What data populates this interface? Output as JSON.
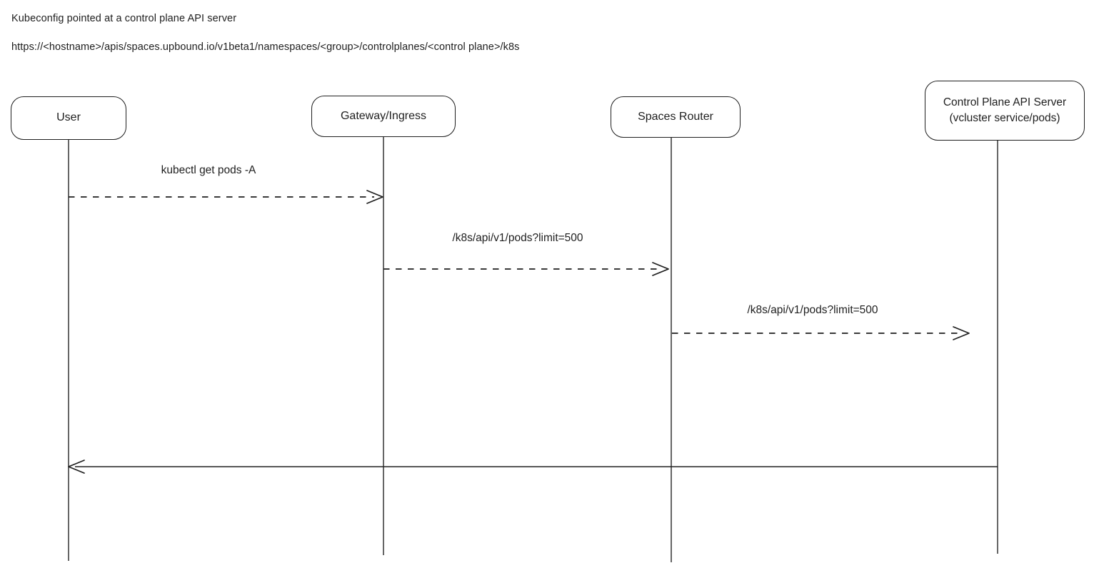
{
  "header": {
    "title": "Kubeconfig pointed at a control plane API server",
    "url": "https://<hostname>/apis/spaces.upbound.io/v1beta1/namespaces/<group>/controlplanes/<control plane>/k8s"
  },
  "diagram": {
    "type": "sequence",
    "actors": [
      {
        "id": "user",
        "label": "User"
      },
      {
        "id": "gateway",
        "label": "Gateway/Ingress"
      },
      {
        "id": "spaces-router",
        "label": "Spaces Router"
      },
      {
        "id": "control-plane",
        "label": "Control Plane API Server",
        "sublabel": "(vcluster service/pods)"
      }
    ],
    "messages": [
      {
        "from": "user",
        "to": "gateway",
        "label": "kubectl get pods -A",
        "line": "dashed",
        "direction": "right"
      },
      {
        "from": "gateway",
        "to": "spaces-router",
        "label": "/k8s/api/v1/pods?limit=500",
        "line": "dashed",
        "direction": "right"
      },
      {
        "from": "spaces-router",
        "to": "control-plane",
        "label": "/k8s/api/v1/pods?limit=500",
        "line": "dashed",
        "direction": "right"
      },
      {
        "from": "control-plane",
        "to": "user",
        "line": "solid",
        "direction": "left"
      }
    ]
  },
  "colors": {
    "stroke": "#1e1e1e",
    "background": "#ffffff"
  }
}
